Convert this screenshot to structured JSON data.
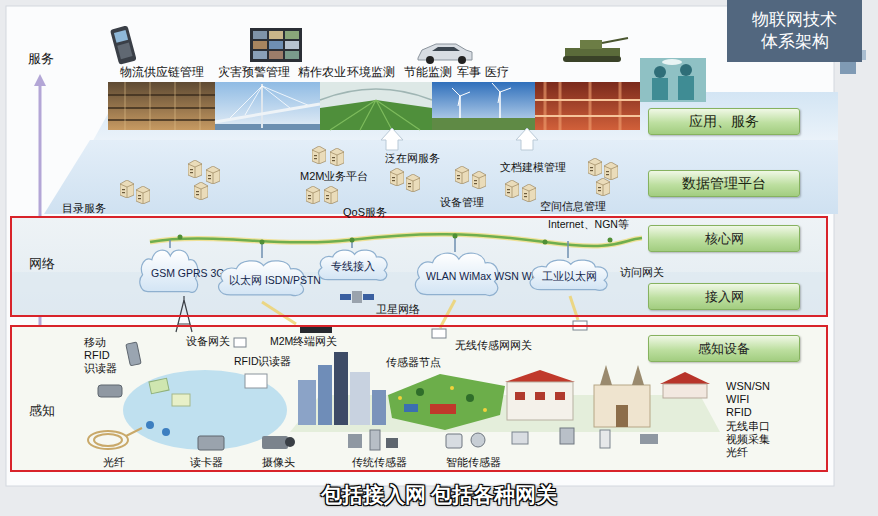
{
  "diagram": {
    "title": "物联网技术 体系架构",
    "caption": "包括接入网 包括各种网关",
    "nodes": [
      {
        "text": [
          "应用、服务"
        ]
      },
      {
        "text": [
          "数据管理平台"
        ]
      },
      {
        "text": [
          "网络"
        ]
      },
      {
        "text": [
          "核心网"
        ],
        "in": 2
      },
      {
        "text": [
          "GSM GPRS 3G"
        ],
        "in": 2
      },
      {
        "text": [
          "以太网 ISDN/PSTN"
        ],
        "in": 2
      },
      {
        "text": [
          "专线接入"
        ],
        "in": 2
      },
      {
        "text": [
          "WLAN WiMax WSN WPAN"
        ],
        "in": 2
      },
      {
        "text": [
          "工业以太网"
        ],
        "in": 2
      },
      {
        "text": [
          "接入网"
        ],
        "in": 2
      },
      {
        "text": [
          "感知"
        ]
      },
      {
        "text": [
          "感知设备"
        ],
        "in": 10
      }
    ],
    "labels": [
      "服务",
      "物流供应链管理",
      "灾害预警管理",
      "精作农业",
      "环境监测",
      "节能监测",
      "军事",
      "医疗",
      "泛在网服务",
      "M2M业务平台",
      "文档建模管理",
      "QoS服务",
      "设备管理",
      "目录服务",
      "空间信息管理",
      "Internet、NGN等",
      "访问网关",
      "卫星网络",
      "设备网关",
      "M2M终端网关",
      "无线传感网网关",
      "RFID识读器",
      "传感器节点",
      "移动 RFID 识读器",
      "WSN/SN WIFI RFID 无线串口 视频采集 光纤",
      "光纤",
      "读卡器",
      "摄像头",
      "传统传感器",
      "智能传感器"
    ]
  }
}
